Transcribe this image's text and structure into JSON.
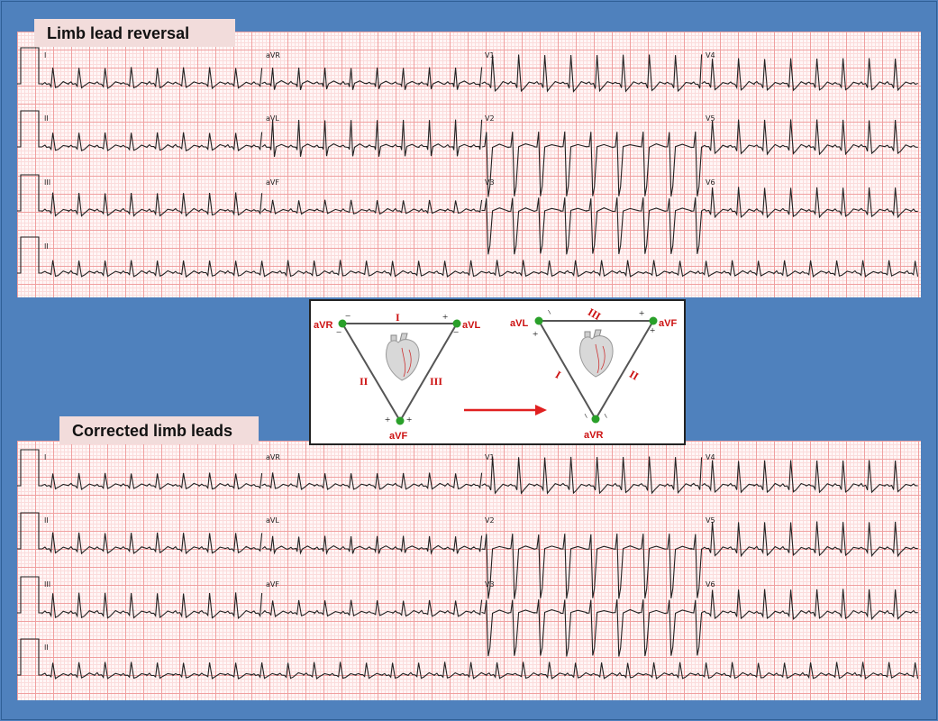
{
  "top_panel": {
    "title": "Limb lead reversal",
    "leads": [
      {
        "label": "I"
      },
      {
        "label": "aVR"
      },
      {
        "label": "V1"
      },
      {
        "label": "V4"
      },
      {
        "label": "II"
      },
      {
        "label": "aVL"
      },
      {
        "label": "V2"
      },
      {
        "label": "V5"
      },
      {
        "label": "III"
      },
      {
        "label": "aVF"
      },
      {
        "label": "V3"
      },
      {
        "label": "V6"
      },
      {
        "label": "II"
      }
    ]
  },
  "bottom_panel": {
    "title": "Corrected limb leads",
    "leads": [
      {
        "label": "I"
      },
      {
        "label": "aVR"
      },
      {
        "label": "V1"
      },
      {
        "label": "V4"
      },
      {
        "label": "II"
      },
      {
        "label": "aVL"
      },
      {
        "label": "V2"
      },
      {
        "label": "V5"
      },
      {
        "label": "III"
      },
      {
        "label": "aVF"
      },
      {
        "label": "V3"
      },
      {
        "label": "V6"
      },
      {
        "label": "II"
      }
    ]
  },
  "diagram": {
    "left_triangle": {
      "top_left": "aVR",
      "top_right": "aVL",
      "bottom": "aVF",
      "side_top": "I",
      "side_left": "II",
      "side_right": "III"
    },
    "right_triangle": {
      "top_left": "aVL",
      "top_right": "aVF",
      "bottom": "aVR",
      "side_top": "III",
      "side_left": "I",
      "side_right": "II"
    },
    "plus": "+",
    "minus": "−",
    "colors": {
      "electrode": "#2aa02a",
      "label": "#cc1111",
      "arrow": "#e02020",
      "triangle": "#555555"
    }
  },
  "colors": {
    "background": "#4f81bd",
    "grid_major": "#f0a0a0",
    "grid_minor": "#fbdcdc",
    "title_box": "#f2dcdb",
    "trace": "#222222"
  }
}
